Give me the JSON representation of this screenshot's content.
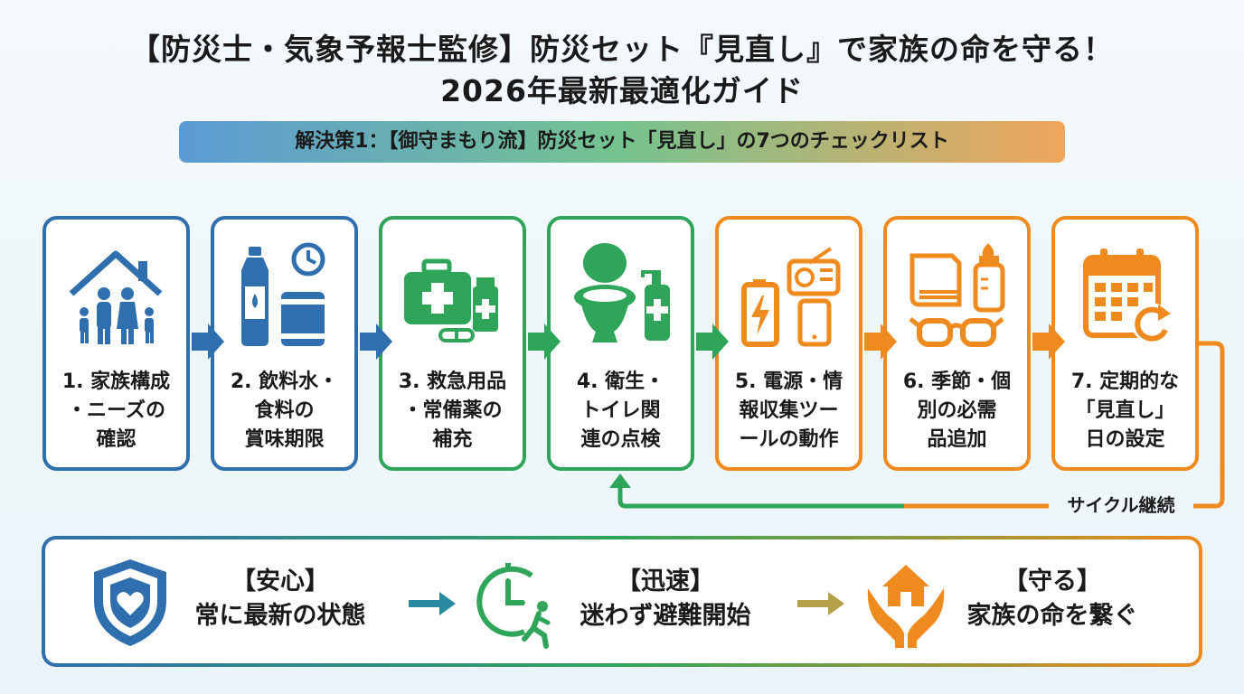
{
  "header": {
    "title_line1": "【防災士・気象予報士監修】防災セット『見直し』で家族の命を守る！",
    "title_line2": "2026年最新最適化ガイド",
    "banner": "解決策1：【御守まもり流】防災セット「見直し」の7つのチェックリスト"
  },
  "steps": [
    {
      "label": "1. 家族構成\n・ニーズの\n確認",
      "icon": "family-house-icon",
      "color": "#2f6fae"
    },
    {
      "label": "2. 飲料水・\n食料の\n賞味期限",
      "icon": "water-food-clock-icon",
      "color": "#2f6fae"
    },
    {
      "label": "3. 救急用品\n・常備薬の\n補充",
      "icon": "first-aid-kit-icon",
      "color": "#2fa55a"
    },
    {
      "label": "4. 衛生・\nトイレ関\n連の点検",
      "icon": "toilet-sanitizer-icon",
      "color": "#2fa55a"
    },
    {
      "label": "5. 電源・情\n報収集ツー\nールの動作",
      "icon": "battery-radio-phone-icon",
      "color": "#ef8a1f"
    },
    {
      "label": "6. 季節・個\n別の必需\n品追加",
      "icon": "book-bottle-glasses-icon",
      "color": "#ef8a1f"
    },
    {
      "label": "7. 定期的な\n「見直し」\n日の設定",
      "icon": "calendar-refresh-icon",
      "color": "#ef8a1f"
    }
  ],
  "cycle_label": "サイクル継続",
  "outcomes": [
    {
      "title": "【安心】",
      "subtitle": "常に最新の状態",
      "icon": "shield-heart-icon",
      "color": "#2f6fae"
    },
    {
      "title": "【迅速】",
      "subtitle": "迷わず避難開始",
      "icon": "clock-runner-icon",
      "color": "#2fa55a"
    },
    {
      "title": "【守る】",
      "subtitle": "家族の命を繋ぐ",
      "icon": "hands-house-icon",
      "color": "#ef8a1f"
    }
  ]
}
